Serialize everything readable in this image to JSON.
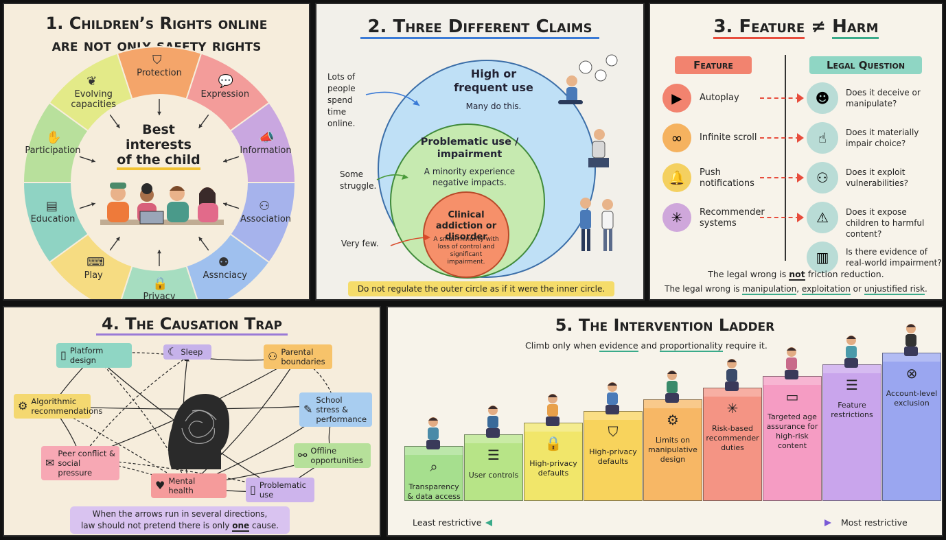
{
  "panel1": {
    "title_line1": "1. Children’s Rights online",
    "title_line2_pre": "are not ",
    "title_line2_emph": "only",
    "title_line2_post": " safety rights",
    "center_line1": "Best",
    "center_line2": "interests",
    "center_line3": "of the child",
    "segments": [
      {
        "label": "Protection",
        "color": "#f4a56a",
        "icon": "shield-icon"
      },
      {
        "label": "Expression",
        "color": "#f39c9a",
        "icon": "speech-bubble-icon"
      },
      {
        "label": "Information",
        "color": "#c9a7e0",
        "icon": "megaphone-icon"
      },
      {
        "label": "Association",
        "color": "#a6b3ec",
        "icon": "group-icon"
      },
      {
        "label": "Assnciacy",
        "color": "#9fc0ee",
        "icon": "people-icon"
      },
      {
        "label": "Privacy",
        "color": "#a6ddc0",
        "icon": "padlock-icon"
      },
      {
        "label": "Play",
        "color": "#f6dc82",
        "icon": "game-controller-icon"
      },
      {
        "label": "Education",
        "color": "#8fd3c3",
        "icon": "book-icon"
      },
      {
        "label": "Participation",
        "color": "#b8e09c",
        "icon": "raised-hand-icon"
      },
      {
        "label": "Evolving capacities",
        "color": "#e3ea88",
        "icon": "sprout-icon"
      }
    ]
  },
  "panel2": {
    "title": "2. Three Different Claims",
    "outer_title": "High or frequent use",
    "outer_sub": "Many do this.",
    "middle_title": "Problematic use / impairment",
    "middle_sub": "A minority experience negative impacts.",
    "inner_title": "Clinical addiction or disorder",
    "inner_sub": "A small minority with loss of control and significant impairment.",
    "note_outer": "Lots of people spend time online.",
    "note_middle": "Some struggle.",
    "note_inner": "Very few.",
    "footer": "Do not regulate the outer circle as if it were the inner circle.",
    "colors": {
      "outer": "#bfe0f6",
      "middle": "#c6eab0",
      "inner": "#f6906a"
    }
  },
  "panel3": {
    "title_left": "3. Feature",
    "title_sym": "≠",
    "title_right": "Harm",
    "col_feature": "Feature",
    "col_question": "Legal Question",
    "rows": [
      {
        "feature": "Autoplay",
        "icon": "play-icon",
        "color": "#f2836f",
        "question": "Does it deceive or manipulate?",
        "qicon": "brain-head-icon"
      },
      {
        "feature": "Infinite scroll",
        "icon": "infinity-icon",
        "color": "#f5b25f",
        "question": "Does it materially impair choice?",
        "qicon": "tap-hand-icon"
      },
      {
        "feature": "Push notifications",
        "icon": "bell-icon",
        "color": "#f4d060",
        "question": "Does it exploit vulnerabilities?",
        "qicon": "child-adult-icon"
      },
      {
        "feature": "Recommender systems",
        "icon": "network-icon",
        "color": "#cfa7db",
        "question": "Does it expose children to harmful content?",
        "qicon": "warning-triangle-icon"
      },
      {
        "feature": "",
        "icon": "",
        "color": "",
        "question": "Is there evidence of real-world impairment?",
        "qicon": "bar-chart-icon"
      }
    ],
    "footer1_pre": "The legal wrong is ",
    "footer1_emph": "not",
    "footer1_post": " friction reduction.",
    "footer2_pre": "The legal wrong is ",
    "footer2_a": "manipulation",
    "footer2_b": "exploitation",
    "footer2_mid": " or ",
    "footer2_c": "unjustified risk",
    "footer2_end": "."
  },
  "panel4": {
    "title": "4. The Causation Trap",
    "nodes": [
      {
        "label": "Platform design",
        "color": "#8fd6c4",
        "icon": "phone-icon"
      },
      {
        "label": "Sleep",
        "color": "#c6b2ea",
        "icon": "moon-icon"
      },
      {
        "label": "Parental boundaries",
        "color": "#f7c36a",
        "icon": "family-icon"
      },
      {
        "label": "Algorithmic recommendations",
        "color": "#f4d870",
        "icon": "gear-network-icon"
      },
      {
        "label": "School stress & performance",
        "color": "#a8cdf0",
        "icon": "pencil-icon"
      },
      {
        "label": "Offline opportunities",
        "color": "#b6e09a",
        "icon": "bicycle-icon"
      },
      {
        "label": "Peer conflict & social pressure",
        "color": "#f7a8b4",
        "icon": "chat-icon"
      },
      {
        "label": "Mental health",
        "color": "#f59b9b",
        "icon": "heart-icon"
      },
      {
        "label": "Problematic use",
        "color": "#cdb4ec",
        "icon": "smartphone-icon"
      }
    ],
    "footer_line1": "When the arrows run in several directions,",
    "footer_line2_pre": "law should not pretend there is only ",
    "footer_line2_emph": "one",
    "footer_line2_post": " cause."
  },
  "panel5": {
    "title": "5. The Intervention Ladder",
    "subtitle_pre": "Climb only when ",
    "subtitle_a": "evidence",
    "subtitle_mid": " and ",
    "subtitle_b": "proportionality",
    "subtitle_post": " require it.",
    "steps": [
      {
        "label": "Transparency & data access",
        "color": "#a6df8e",
        "icon": "magnifier-icon"
      },
      {
        "label": "User controls",
        "color": "#b7e487",
        "icon": "sliders-icon"
      },
      {
        "label": "High-privacy defaults",
        "color": "#f1e66a",
        "icon": "padlock-icon"
      },
      {
        "label": "High-privacy defaults",
        "color": "#f8d35c",
        "icon": "shield-icon"
      },
      {
        "label": "Limits on manipulative design",
        "color": "#f7b765",
        "icon": "brain-gear-icon"
      },
      {
        "label": "Risk-based recommender duties",
        "color": "#f49484",
        "icon": "network-icon"
      },
      {
        "label": "Targeted age assurance for high-risk content",
        "color": "#f59cc3",
        "icon": "id-card-icon"
      },
      {
        "label": "Feature restrictions",
        "color": "#c9a5ec",
        "icon": "sliders-icon"
      },
      {
        "label": "Account-level exclusion",
        "color": "#9aa6f0",
        "icon": "cross-circle-icon"
      }
    ],
    "axis_left": "Least restrictive",
    "axis_right": "Most restrictive"
  }
}
